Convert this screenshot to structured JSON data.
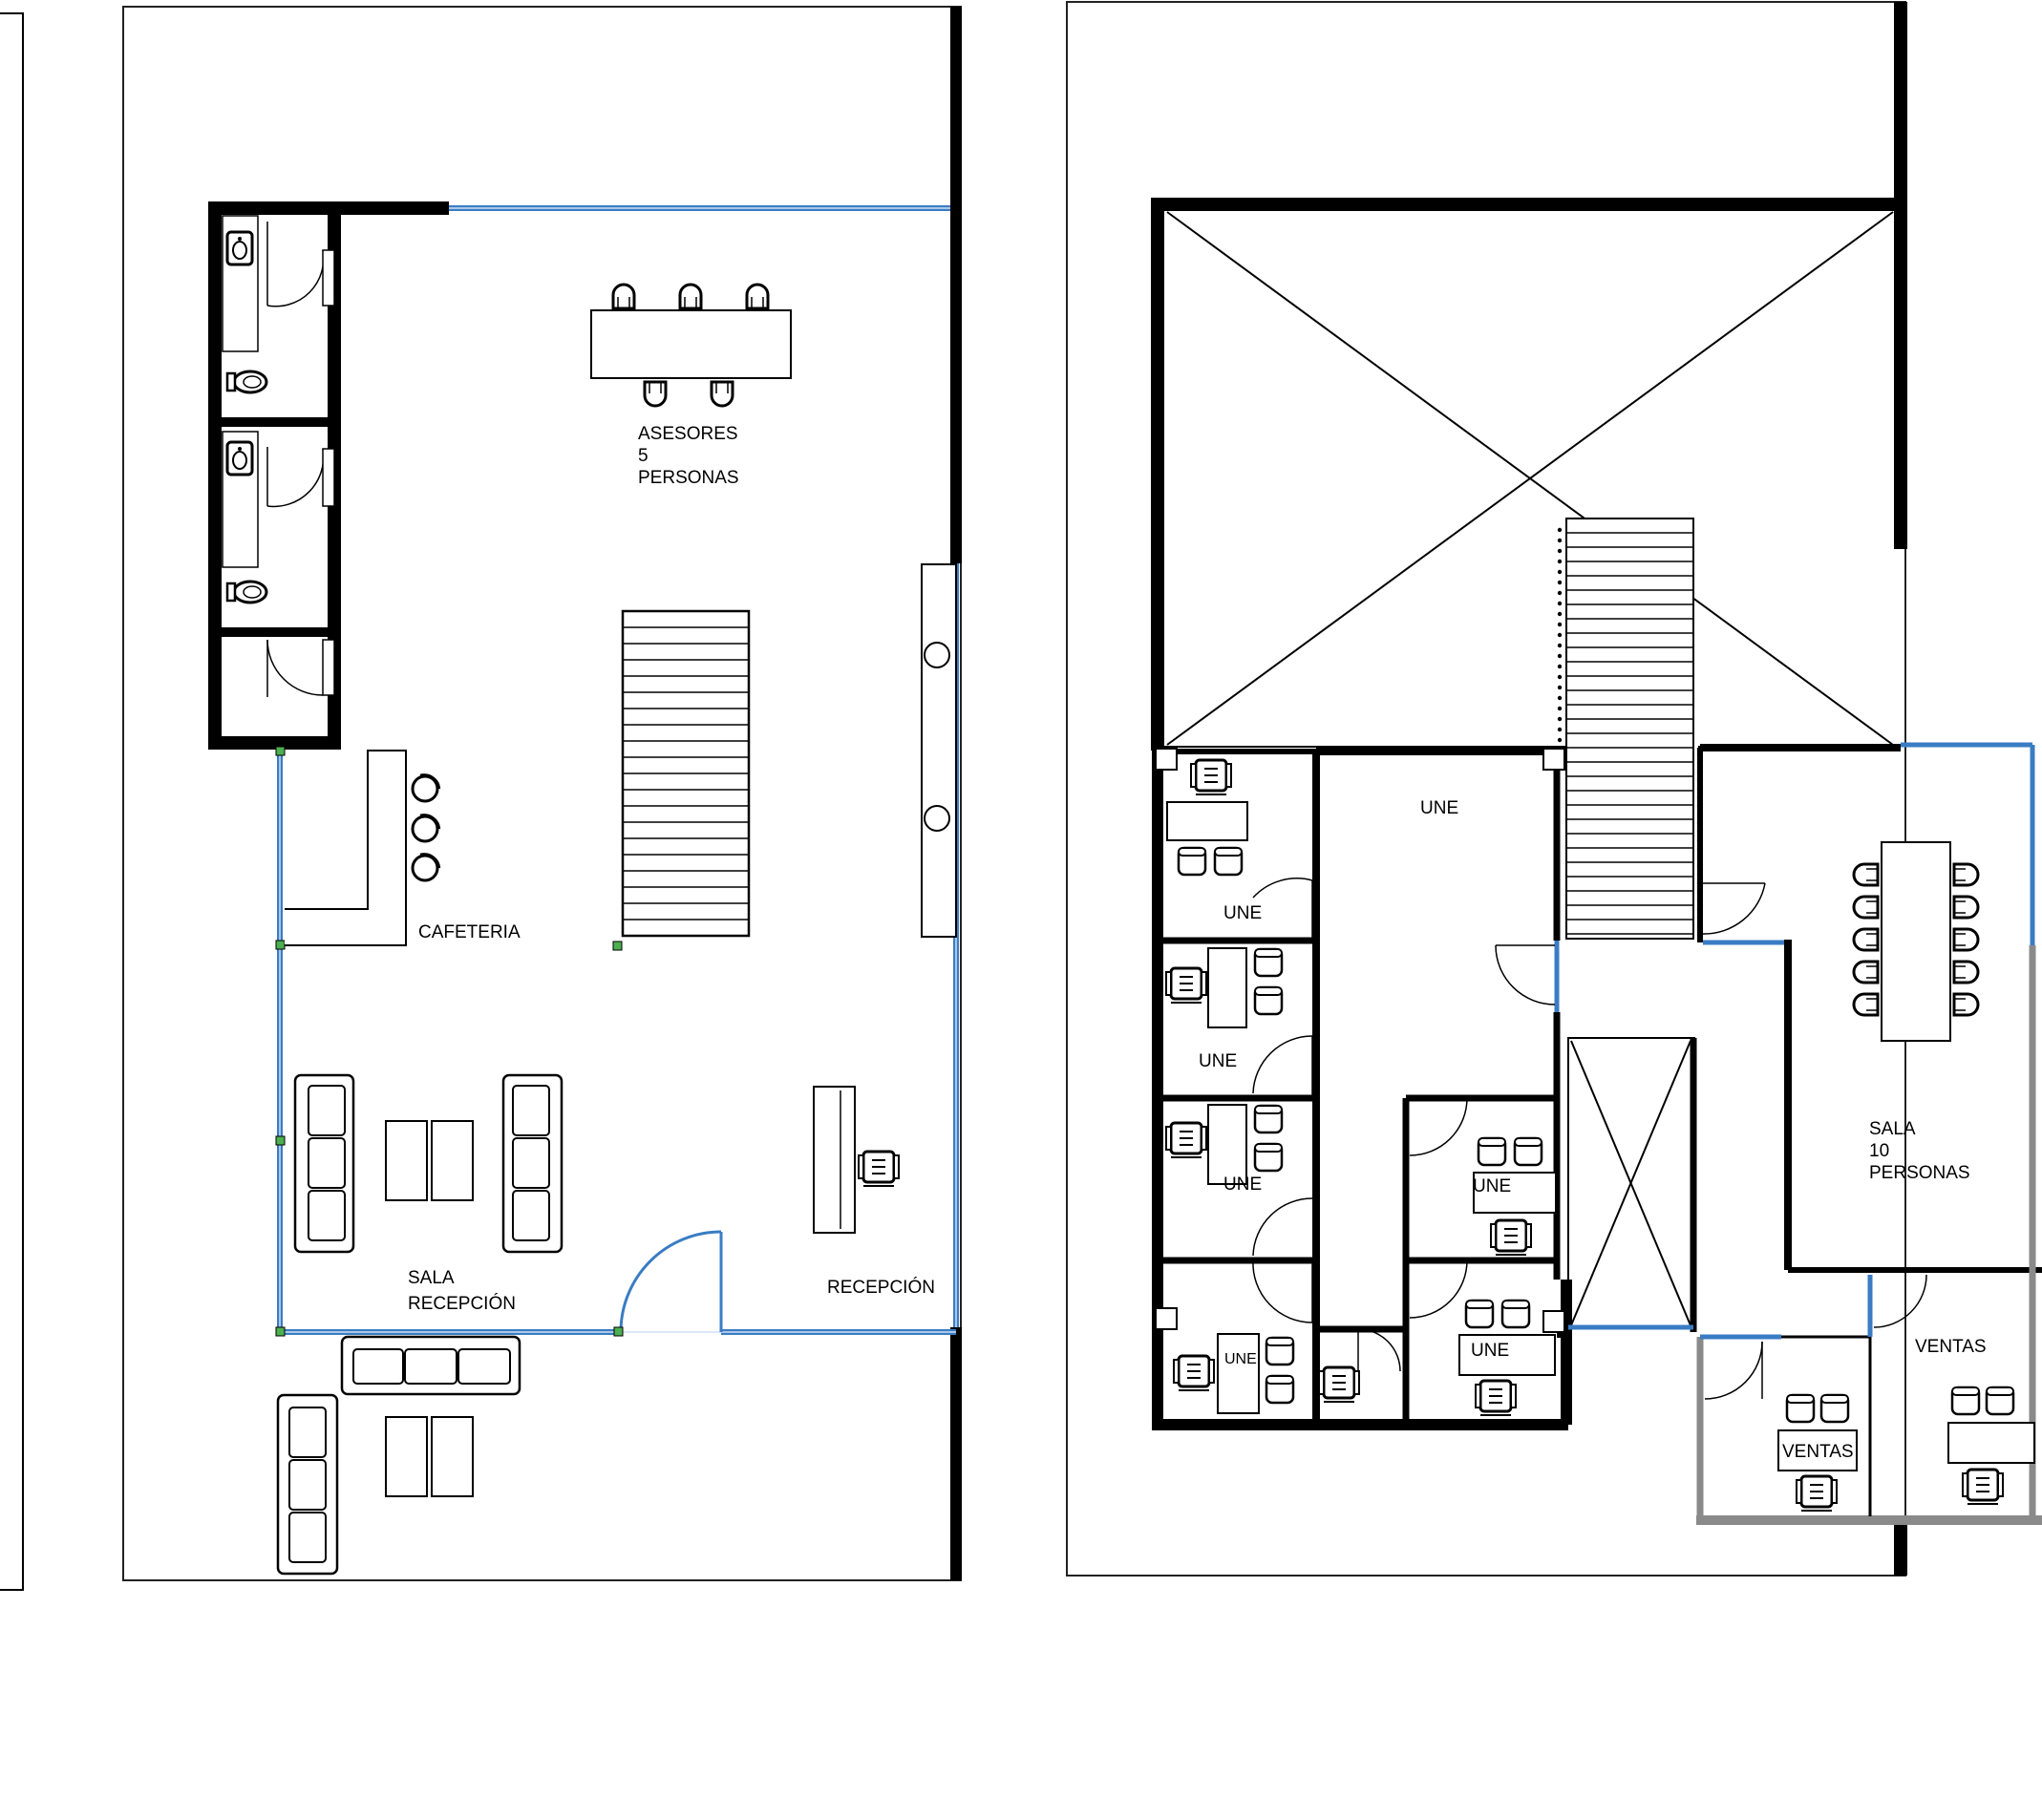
{
  "ground_floor": {
    "advisors": {
      "line1": "ASESORES",
      "line2": "5",
      "line3": "PERSONAS"
    },
    "cafeteria": "CAFETERIA",
    "lounge": {
      "line1": "SALA",
      "line2": "RECEPCIÓN"
    },
    "reception": "RECEPCIÓN"
  },
  "upper_floor": {
    "une_large": "UNE",
    "une_office_1": "UNE",
    "une_office_2": "UNE",
    "une_office_3": "UNE",
    "une_office_4": "UNE",
    "une_office_5": "UNE",
    "une_office_6": "UNE",
    "meeting_room": {
      "line1": "SALA",
      "line2": "10",
      "line3": "PERSONAS"
    },
    "sales_left": "VENTAS",
    "sales_right": "VENTAS"
  },
  "colors": {
    "wall": "#000000",
    "glazing": "#3a7cc4",
    "column": "#4caf50",
    "grey_wall": "#8a8a8a"
  }
}
